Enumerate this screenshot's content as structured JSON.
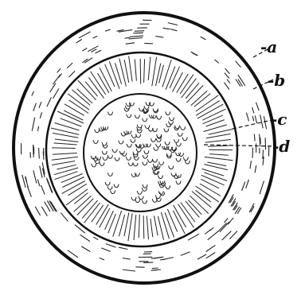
{
  "figure": {
    "labels": [
      {
        "id": "a",
        "text": "-a"
      },
      {
        "id": "b",
        "text": "-b"
      },
      {
        "id": "c",
        "text": "-c"
      },
      {
        "id": "d",
        "text": "-d"
      }
    ]
  }
}
